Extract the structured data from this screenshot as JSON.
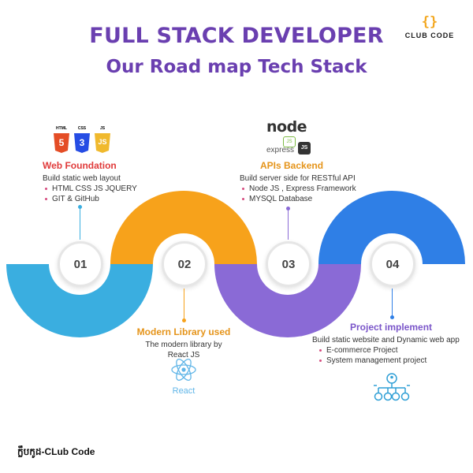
{
  "header": {
    "title": "FULL STACK DEVELOPER",
    "subtitle": "Our Road map Tech Stack"
  },
  "logo": {
    "glyph_left": "{",
    "glyph_right": "}",
    "brand": "CLUB CODE"
  },
  "colors": {
    "title": "#6a3fb0",
    "step1": "#3aaee0",
    "step2": "#f7a21b",
    "step3": "#8a6ad6",
    "step4": "#2f7fe6",
    "heading_red": "#e03a3a",
    "heading_orange": "#e5941a",
    "heading_purple": "#7a55c9",
    "bullet": "#d64b7f"
  },
  "steps": [
    {
      "number": "01",
      "title": "Web Foundation",
      "description": "Build static web layout",
      "items": [
        "HTML CSS JS JQUERY",
        "GIT & GitHub"
      ],
      "tech": {
        "labels": [
          "HTML",
          "CSS",
          "JS"
        ],
        "badges": [
          "5",
          "3",
          "JS"
        ]
      }
    },
    {
      "number": "02",
      "title": "Modern Library used",
      "description": "The modern library by React JS",
      "items": [],
      "tech": {
        "label": "React",
        "icon": "react-icon"
      }
    },
    {
      "number": "03",
      "title": "APIs Backend",
      "description": "Build server side for RESTful API",
      "items": [
        "Node JS , Express Framework",
        "MYSQL Database"
      ],
      "tech": {
        "node": "node",
        "node_badge": "JS",
        "express": "express",
        "express_badge": "JS"
      }
    },
    {
      "number": "04",
      "title": "Project implement",
      "description": "Build static website and Dynamic web app",
      "items": [
        "E-commerce Project",
        "System management project"
      ],
      "tech": {
        "icon": "workflow-icon"
      }
    }
  ],
  "footer": {
    "label": "ក្លឹបកូដ-CLub Code"
  }
}
